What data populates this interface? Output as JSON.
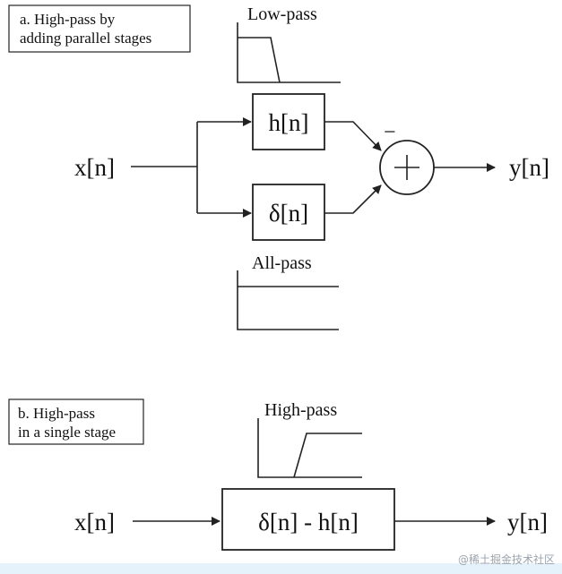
{
  "part_a": {
    "caption_line1": "a.  High-pass by",
    "caption_line2": "adding parallel stages",
    "lowpass_label": "Low-pass",
    "input_label": "x[n]",
    "top_block_label": "h[n]",
    "bottom_block_label": "δ[n]",
    "minus_sign": "−",
    "output_label": "y[n]",
    "allpass_label": "All-pass"
  },
  "part_b": {
    "caption_line1": "b.  High-pass",
    "caption_line2": "in a single stage",
    "highpass_label": "High-pass",
    "input_label": "x[n]",
    "block_label": "δ[n] - h[n]",
    "output_label": "y[n]"
  },
  "watermark": "@稀土掘金技术社区"
}
